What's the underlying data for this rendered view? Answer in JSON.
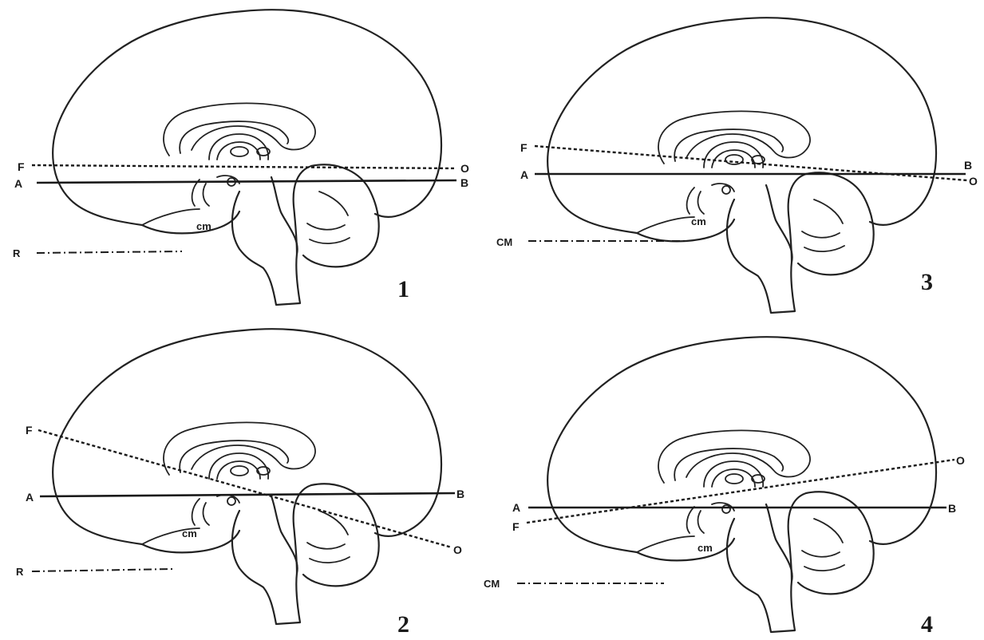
{
  "figure": {
    "panels": [
      {
        "number": "1",
        "labels": {
          "F": "F",
          "O": "O",
          "A": "A",
          "B": "B",
          "cm": "cm",
          "ref": "R"
        }
      },
      {
        "number": "2",
        "labels": {
          "F": "F",
          "O": "O",
          "A": "A",
          "B": "B",
          "cm": "cm",
          "ref": "R"
        }
      },
      {
        "number": "3",
        "labels": {
          "F": "F",
          "O": "O",
          "A": "A",
          "B": "B",
          "cm": "cm",
          "ref": "CM"
        }
      },
      {
        "number": "4",
        "labels": {
          "F": "F",
          "O": "O",
          "A": "A",
          "B": "B",
          "cm": "cm",
          "ref": "CM"
        }
      }
    ]
  }
}
